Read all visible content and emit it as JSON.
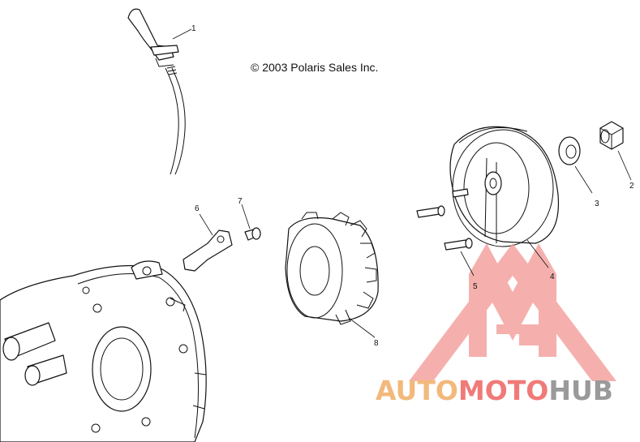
{
  "diagram": {
    "copyright": "© 2003 Polaris Sales Inc.",
    "callouts": [
      {
        "id": "1",
        "text": "1"
      },
      {
        "id": "2",
        "text": "2"
      },
      {
        "id": "3",
        "text": "3"
      },
      {
        "id": "4",
        "text": "4"
      },
      {
        "id": "5",
        "text": "5"
      },
      {
        "id": "6",
        "text": "6"
      },
      {
        "id": "7",
        "text": "7"
      },
      {
        "id": "8",
        "text": "8"
      }
    ]
  },
  "watermark": {
    "part1": "AUTO",
    "part2": "MOTO",
    "part3": "HUB",
    "colors": {
      "auto": "#f2b97c",
      "moto": "#f07a78",
      "hub": "#9a9a9a",
      "logo": "#f39a98"
    }
  }
}
